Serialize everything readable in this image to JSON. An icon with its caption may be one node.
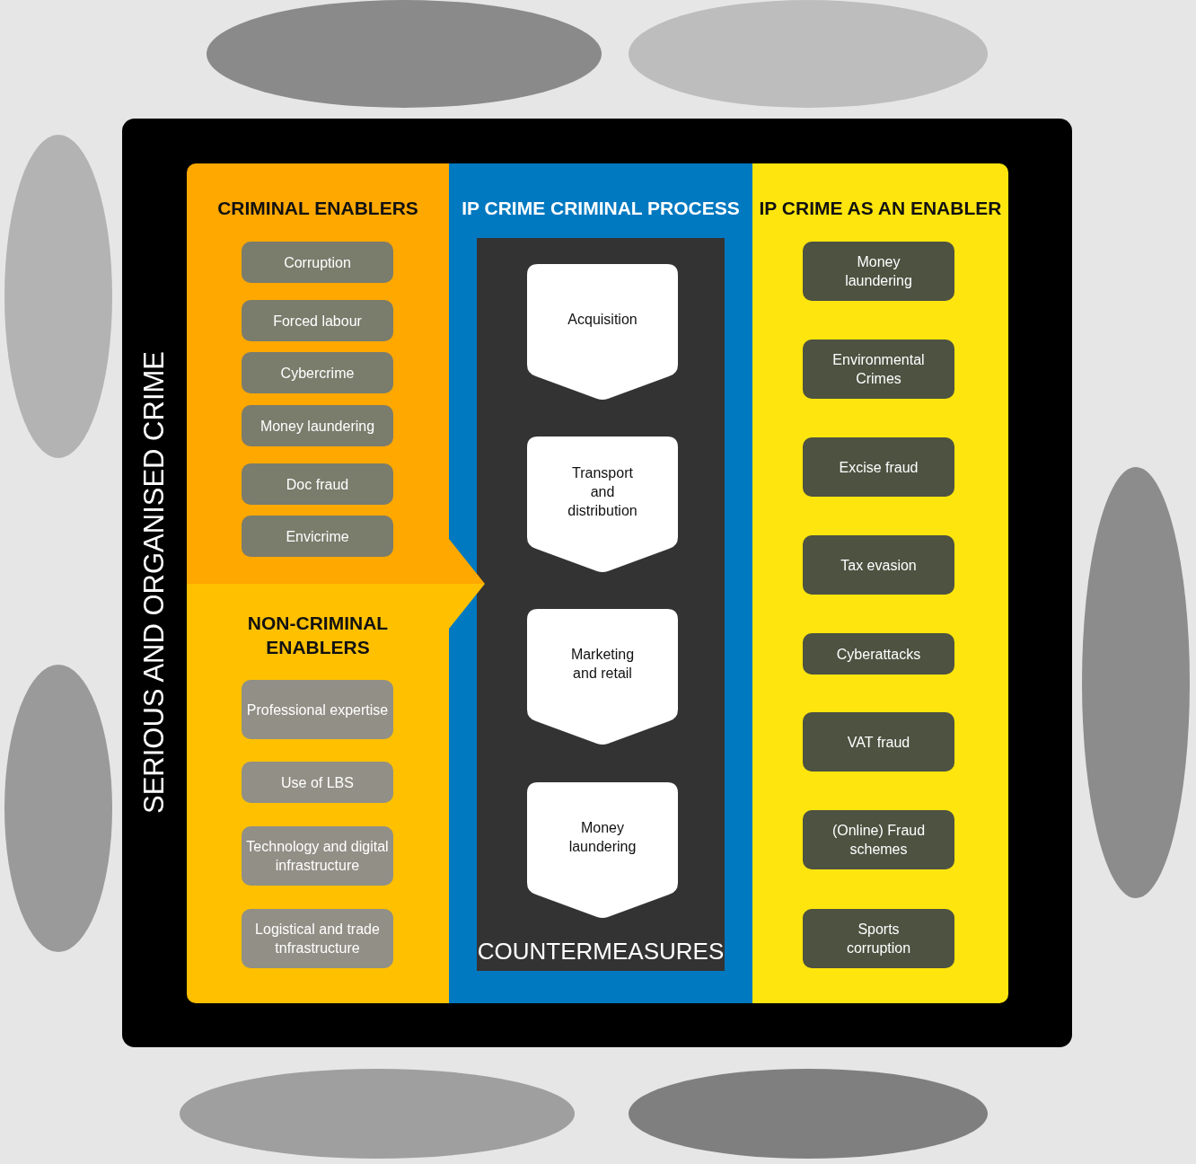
{
  "diagram": {
    "nodes": [
      {
        "text": [
          "SERIOUS AND ORGANISED CRIME"
        ]
      },
      {
        "text": [
          "CRIMINAL ENABLERS"
        ],
        "in": 0
      },
      {
        "text": [
          "Corruption"
        ],
        "in": 1
      },
      {
        "text": [
          "Forced labour"
        ],
        "in": 1
      },
      {
        "text": [
          "Cybercrime"
        ],
        "in": 1
      },
      {
        "text": [
          "Money laundering"
        ],
        "in": 1
      },
      {
        "text": [
          "Doc fraud"
        ],
        "in": 1
      },
      {
        "text": [
          "Envicrime"
        ],
        "in": 1
      },
      {
        "text": [
          "NON-CRIMINAL ENABLERS"
        ],
        "in": 0
      },
      {
        "text": [
          "Professional expertise"
        ],
        "in": 8
      },
      {
        "text": [
          "Use of LBS"
        ],
        "in": 8
      },
      {
        "text": [
          "Technology and digital infrastructure"
        ],
        "in": 8
      },
      {
        "text": [
          "Logistical and trade tnfrastructure"
        ],
        "in": 8
      },
      {
        "text": [
          "IP CRIME CRIMINAL PROCESS"
        ],
        "in": 0
      },
      {
        "text": [
          "COUNTERMEASURES"
        ],
        "in": 13
      },
      {
        "text": [
          "Acquisition"
        ],
        "in": 14
      },
      {
        "text": [
          "Transport and distribution"
        ],
        "in": 14
      },
      {
        "text": [
          "Marketing and retail"
        ],
        "in": 14
      },
      {
        "text": [
          "Money laundering"
        ],
        "in": 14
      },
      {
        "text": [
          "IP CRIME AS AN ENABLER"
        ],
        "in": 0
      },
      {
        "text": [
          "Money laundering"
        ],
        "in": 19
      },
      {
        "text": [
          "Environmental Crimes"
        ],
        "in": 19
      },
      {
        "text": [
          "Excise fraud"
        ],
        "in": 19
      },
      {
        "text": [
          "Tax evasion"
        ],
        "in": 19
      },
      {
        "text": [
          "Cyberattacks"
        ],
        "in": 19
      },
      {
        "text": [
          "VAT fraud"
        ],
        "in": 19
      },
      {
        "text": [
          "(Online) Fraud schemes"
        ],
        "in": 19
      },
      {
        "text": [
          "Sports corruption"
        ],
        "in": 19
      }
    ]
  }
}
